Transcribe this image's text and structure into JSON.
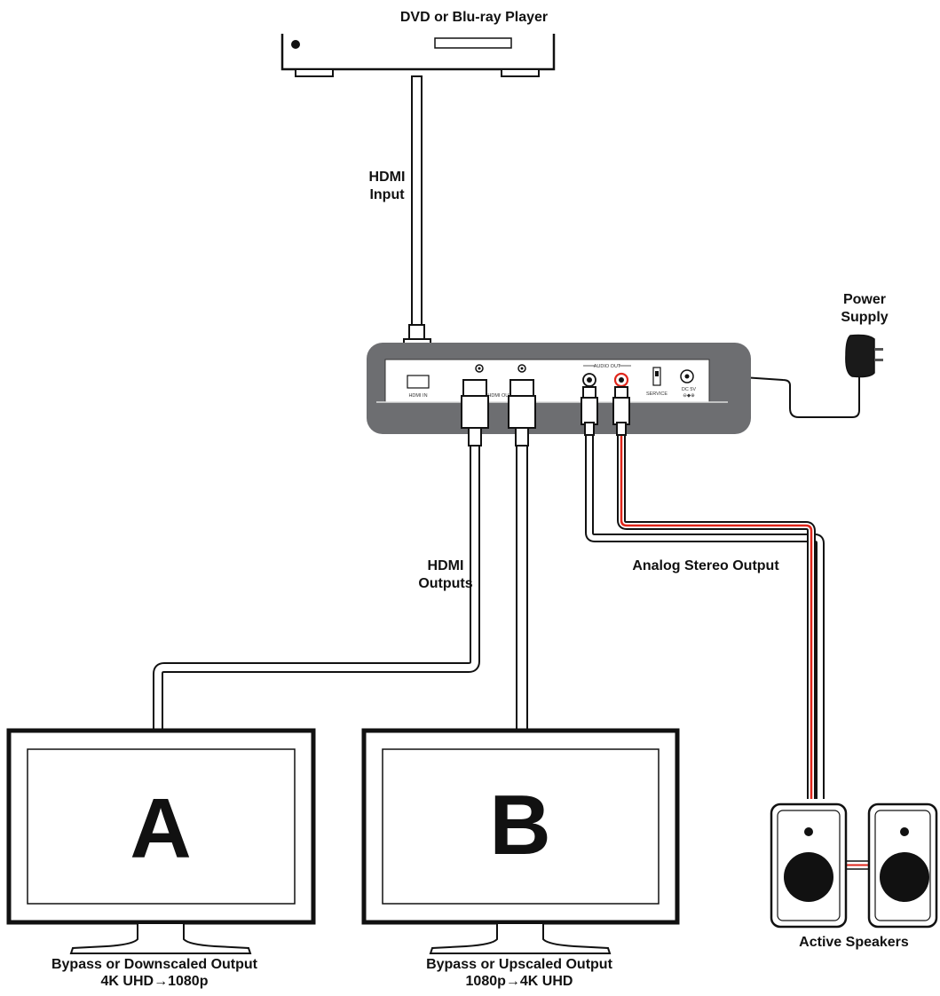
{
  "diagram": {
    "source_device": {
      "label": "DVD or Blu-ray Player"
    },
    "hdmi_input_label": {
      "line1": "HDMI",
      "line2": "Input"
    },
    "power_supply_label": {
      "line1": "Power",
      "line2": "Supply"
    },
    "hdmi_outputs_label": {
      "line1": "HDMI",
      "line2": "Outputs"
    },
    "analog_output_label": "Analog Stereo Output",
    "unit_panel": {
      "hdmi_in": "HDMI IN",
      "hdmi_out": "HDMI OUT",
      "audio_out": "AUDIO OUT",
      "service": "SERVICE",
      "dc": "DC 5V"
    },
    "display_a": {
      "letter": "A",
      "caption1": "Bypass or Downscaled Output",
      "caption2": "4K UHD→1080p"
    },
    "display_b": {
      "letter": "B",
      "caption1": "Bypass or Upscaled Output",
      "caption2": "1080p→4K UHD"
    },
    "speakers": {
      "label": "Active Speakers"
    }
  },
  "colors": {
    "stroke": "#111111",
    "unit_body": "#6d6e71",
    "unit_panel": "#ffffff",
    "audio_red": "#e0261b"
  }
}
